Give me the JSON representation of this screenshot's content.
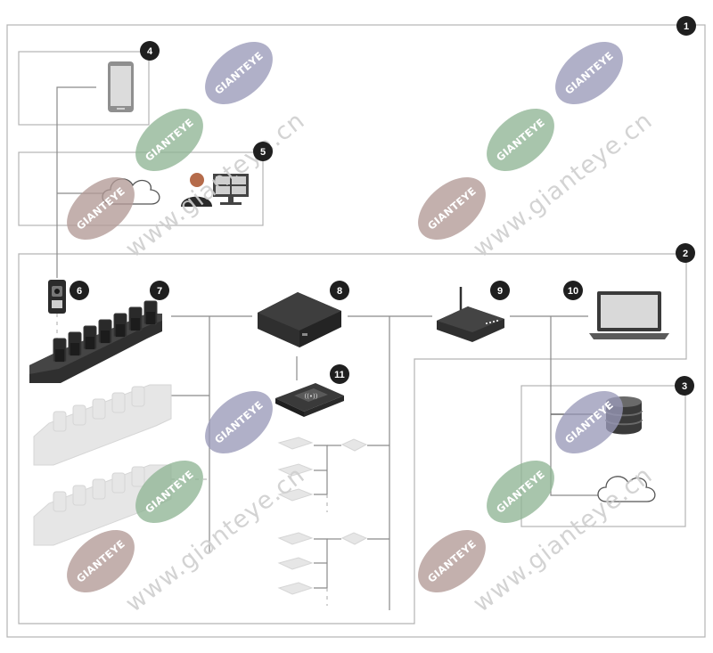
{
  "badges": [
    {
      "id": "system",
      "label": "1"
    },
    {
      "id": "local-network",
      "label": "2"
    },
    {
      "id": "storage-area",
      "label": "3"
    },
    {
      "id": "mobile-app",
      "label": "4"
    },
    {
      "id": "remote-operator",
      "label": "5"
    },
    {
      "id": "body-camera",
      "label": "6"
    },
    {
      "id": "docking-station",
      "label": "7"
    },
    {
      "id": "system-controller",
      "label": "8"
    },
    {
      "id": "router",
      "label": "9"
    },
    {
      "id": "laptop",
      "label": "10"
    },
    {
      "id": "card-reader",
      "label": "11"
    }
  ],
  "watermark": {
    "badge_text": "GIANTEYE",
    "url_text": "www.gianteye.cn",
    "badge_colors": [
      "#9a9ab9",
      "#8fb595",
      "#b29a96"
    ],
    "url_color": "#cfcfcf"
  },
  "icons": {
    "phone": "smartphone-icon",
    "cloud": "cloud-icon",
    "operator": "operator-monitor-icon",
    "camera": "body-camera-icon",
    "dock": "docking-station-icon",
    "controller": "system-controller-icon",
    "router": "wifi-router-icon",
    "laptop": "laptop-icon",
    "reader": "card-reader-icon",
    "storage": "database-icon"
  },
  "colors": {
    "frame": "#b3b3b3",
    "device_dark": "#2d2d2d",
    "ghost": "#e4e4e4",
    "badge": "#1f1f1f"
  }
}
